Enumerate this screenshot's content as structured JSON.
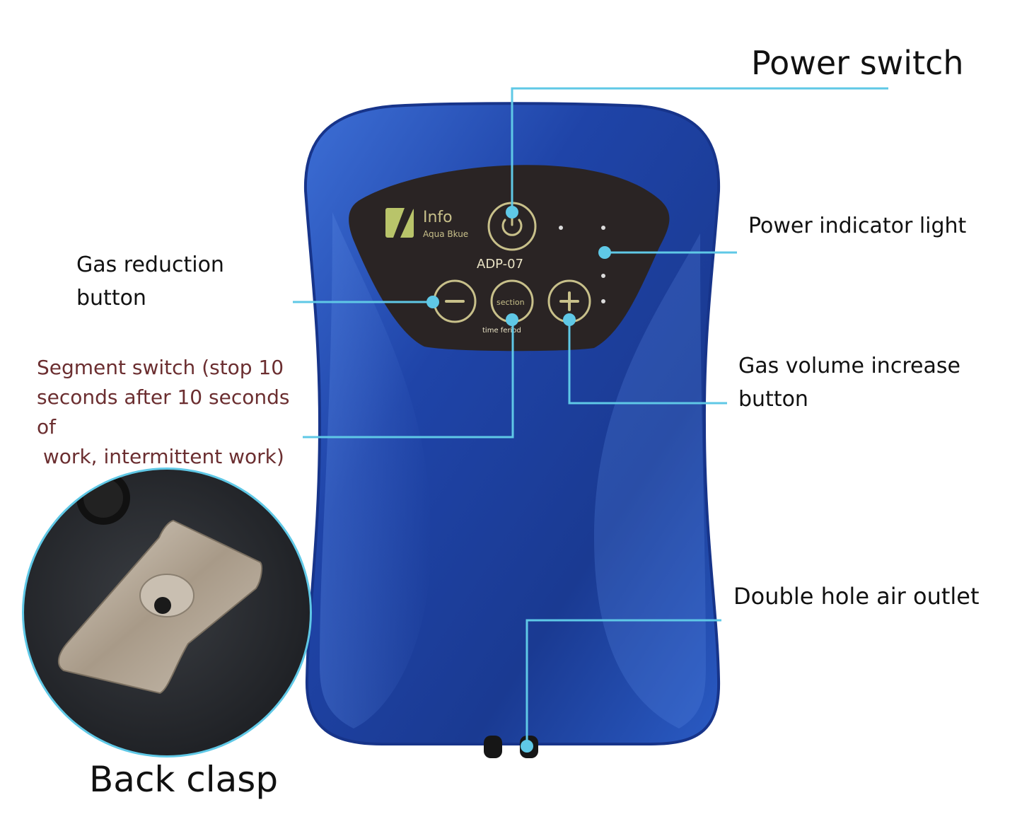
{
  "device": {
    "brand": "Info",
    "sub_brand": "Aqua Bkue",
    "model": "ADP-07",
    "section_label": "section",
    "time_label": "time feriod",
    "body_color": "#1f44a8",
    "panel_color": "#2a2424",
    "panel_ring_color": "#c8c08a"
  },
  "callouts": {
    "line_color": "#5fc8e6",
    "power_switch": "Power switch",
    "power_indicator": "Power indicator light",
    "gas_reduction": [
      "Gas reduction",
      "button"
    ],
    "segment_switch": [
      "Segment switch (stop 10",
      "seconds after 10 seconds of",
      " work, intermittent work)"
    ],
    "gas_increase": [
      "Gas volume increase",
      "button"
    ],
    "air_outlet": "Double hole air outlet",
    "back_clasp": "Back clasp"
  },
  "icons": {
    "power": "power-icon",
    "minus": "minus-icon",
    "plus": "plus-icon",
    "logo": "leaf-logo-icon"
  }
}
